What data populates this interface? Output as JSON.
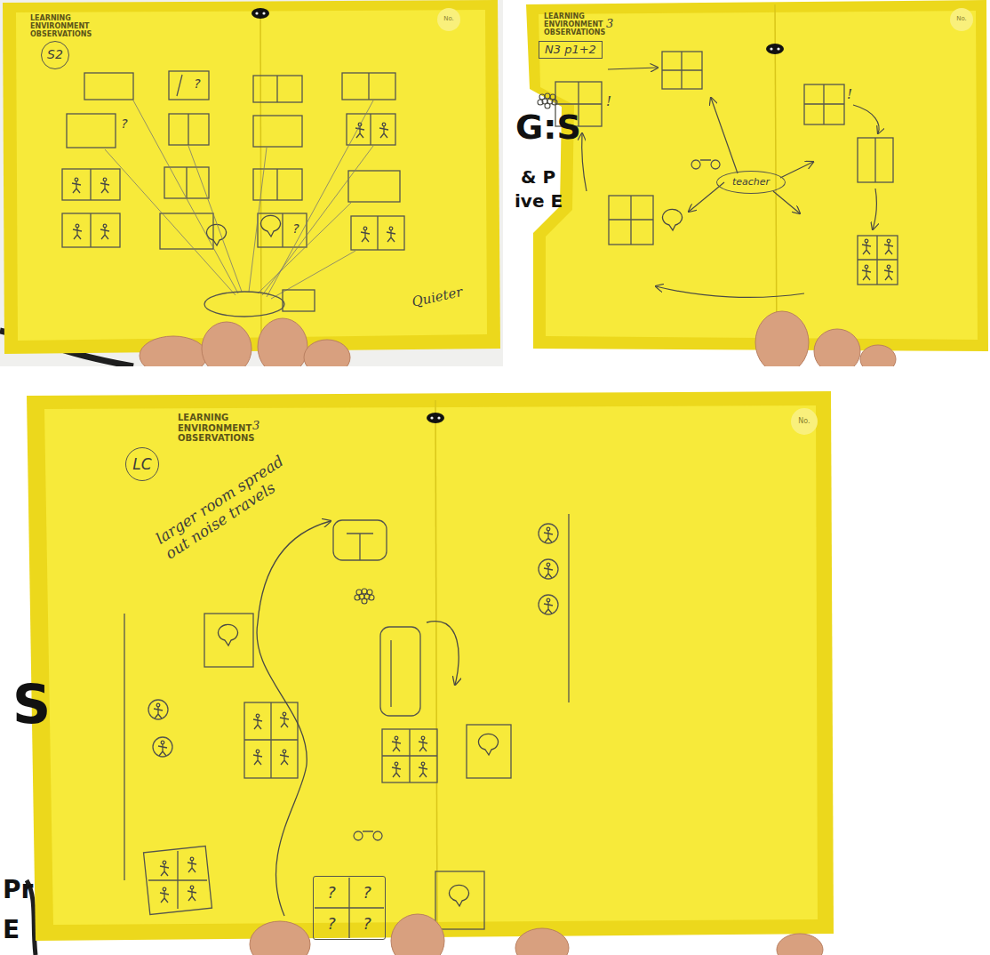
{
  "diagram": {
    "nodes": [
      {
        "text": [
          "S2"
        ]
      },
      {
        "text": [
          "No."
        ]
      },
      {
        "text": [
          "?"
        ]
      },
      {
        "text": [
          "?"
        ]
      },
      {
        "text": [
          "?"
        ]
      },
      {
        "text": [
          "N3 p1+2"
        ]
      },
      {
        "text": [
          "No."
        ]
      },
      {
        "text": [
          "teacher"
        ]
      },
      {
        "text": [
          "LC"
        ]
      },
      {
        "text": [
          "No."
        ]
      },
      {
        "text": [
          "?",
          "?",
          "?",
          "?"
        ]
      }
    ],
    "labels": [
      "LEARNING ENVIRONMENT OBSERVATIONS",
      "LEARNING ENVIRONMENT OBSERVATIONS",
      "LEARNING ENVIRONMENT OBSERVATIONS",
      "3",
      "3",
      "Quieter",
      "larger room spread out noise travels",
      "G:S",
      "& P",
      "ive E",
      "S",
      "Pr",
      "E",
      "!",
      "!"
    ]
  }
}
